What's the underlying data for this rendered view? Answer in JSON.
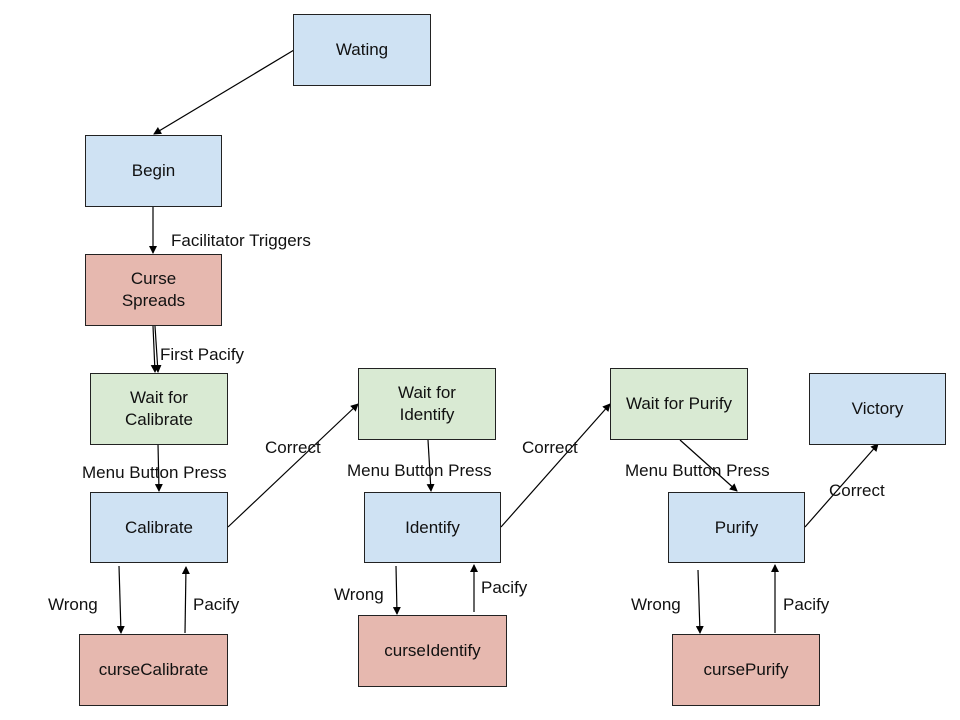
{
  "colors": {
    "state": "#cfe2f3",
    "curse": "#e6b8af",
    "wait": "#d9ead3",
    "line": "#000000"
  },
  "nodes": {
    "wating": "Wating",
    "begin": "Begin",
    "curse_spreads": "Curse\nSpreads",
    "wait_calibrate": "Wait for\nCalibrate",
    "calibrate": "Calibrate",
    "curse_calibrate": "curseCalibrate",
    "wait_identify": "Wait for\nIdentify",
    "identify": "Identify",
    "curse_identify": "curseIdentify",
    "wait_purify": "Wait for Purify",
    "purify": "Purify",
    "curse_purify": "cursePurify",
    "victory": "Victory"
  },
  "edges": {
    "facilitator_triggers": "Facilitator Triggers",
    "first_pacify": "First Pacify",
    "menu_press_1": "Menu Button Press",
    "correct_1": "Correct",
    "wrong_1": "Wrong",
    "pacify_1": "Pacify",
    "menu_press_2": "Menu Button Press",
    "correct_2": "Correct",
    "wrong_2": "Wrong",
    "pacify_2": "Pacify",
    "menu_press_3": "Menu Button Press",
    "correct_3": "Correct",
    "wrong_3": "Wrong",
    "pacify_3": "Pacify"
  }
}
